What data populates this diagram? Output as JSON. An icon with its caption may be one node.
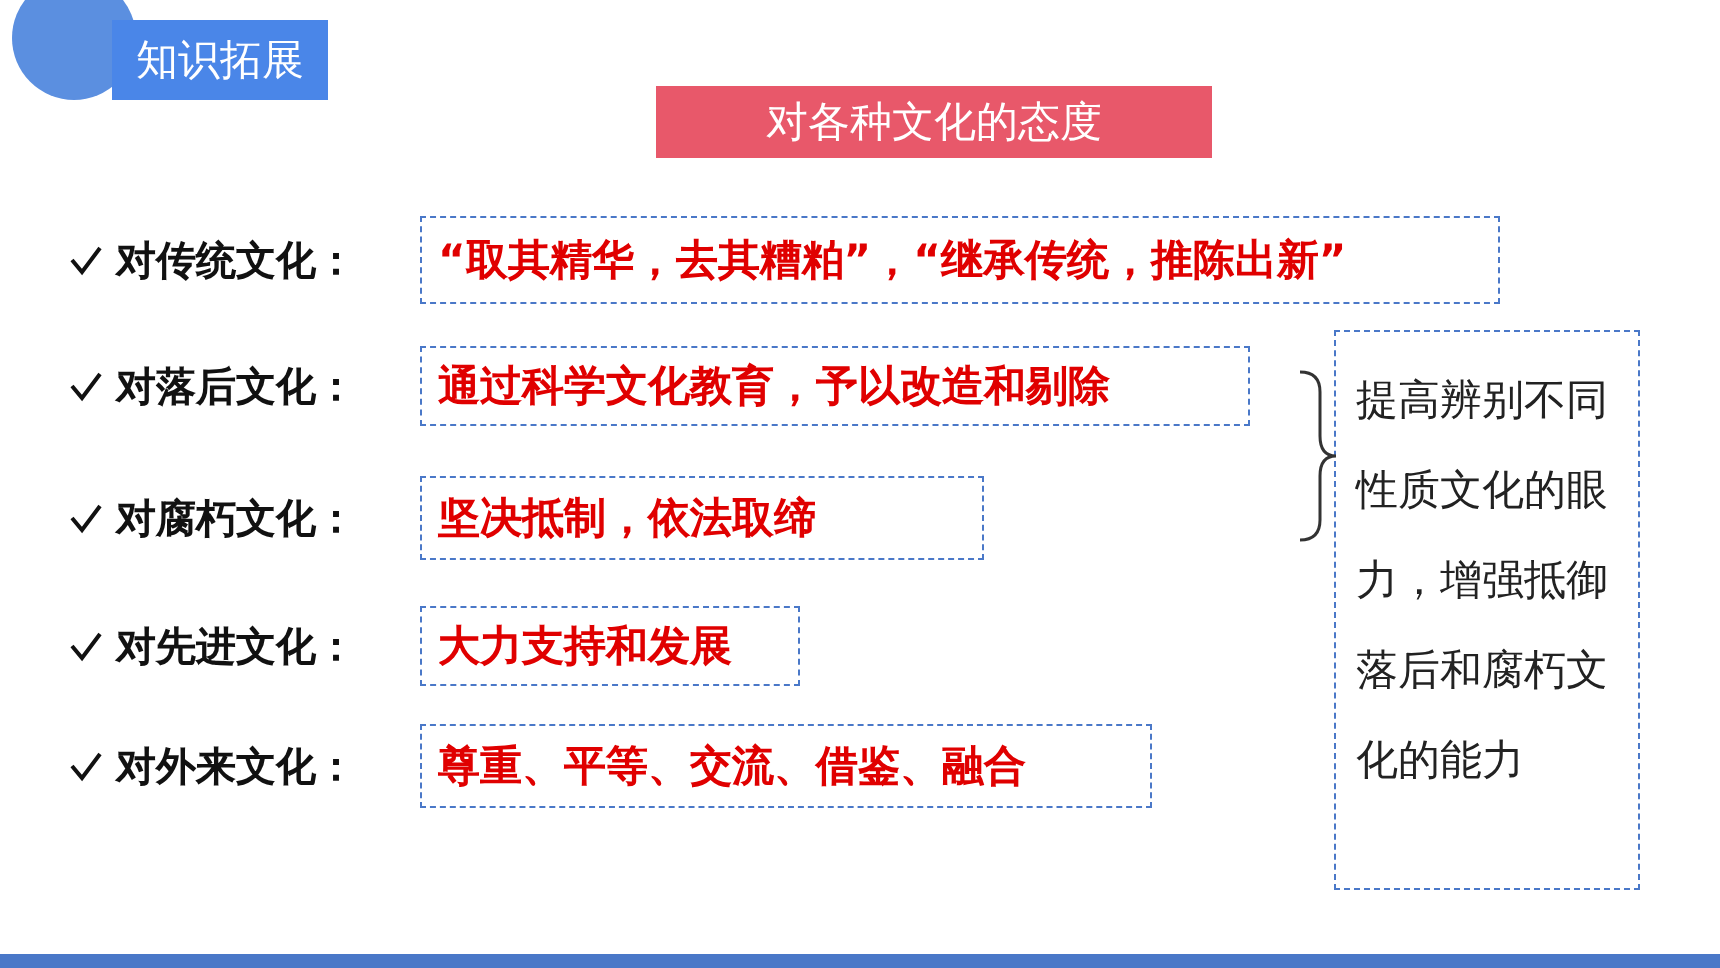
{
  "diagram": {
    "title": "对各种文化的态度",
    "nodes": [
      {
        "text": [
          "“取其精华，去其糟粕”，“继承传统，推陈出新”"
        ],
        "beside": [
          "对传统文化："
        ]
      },
      {
        "text": [
          "通过科学文化教育，予以改造和剔除"
        ],
        "beside": [
          "对落后文化："
        ]
      },
      {
        "text": [
          "坚决抵制，依法取缔"
        ],
        "beside": [
          "对腐朽文化："
        ]
      },
      {
        "text": [
          "大力支持和发展"
        ],
        "beside": [
          "对先进文化："
        ]
      },
      {
        "text": [
          "尊重、平等、交流、借鉴、融合"
        ],
        "beside": [
          "对外来文化："
        ]
      },
      {
        "text": [
          "提高辨别不同性质文化的眼力，增强抵御落后和腐朽文化的能力"
        ]
      }
    ],
    "edges": [],
    "labels": [
      "知识拓展"
    ]
  }
}
